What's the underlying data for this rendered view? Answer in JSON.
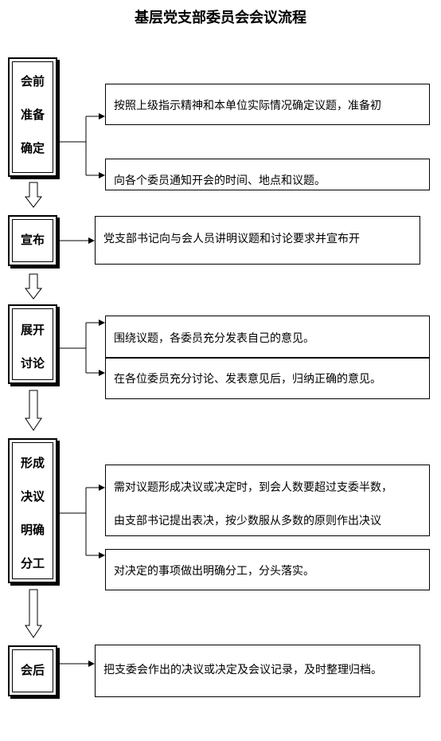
{
  "title": "基层党支部委员会会议流程",
  "stages": [
    {
      "lines": [
        "会前",
        "准备",
        "确定"
      ],
      "items": [
        {
          "lines": [
            "按照上级指示精神和本单位实际情况确定议题，准备初"
          ]
        },
        {
          "lines": [
            "向各个委员通知开会的时间、地点和议题。"
          ]
        }
      ]
    },
    {
      "lines": [
        "宣布"
      ],
      "items": [
        {
          "lines": [
            "党支部书记向与会人员讲明议题和讨论要求并宣布开"
          ]
        }
      ]
    },
    {
      "lines": [
        "展开",
        "讨论"
      ],
      "items": [
        {
          "lines": [
            "围绕议题，各委员充分发表自己的意见。"
          ]
        },
        {
          "lines": [
            "在各位委员充分讨论、发表意见后，归纳正确的意见。"
          ]
        }
      ]
    },
    {
      "lines": [
        "形成",
        "决议",
        "明确",
        "分工"
      ],
      "items": [
        {
          "lines": [
            "需对议题形成决议或决定时，到会人数要超过支委半数，",
            "由支部书记提出表决，按少数服从多数的原则作出决议"
          ]
        },
        {
          "lines": [
            "对决定的事项做出明确分工，分头落实。"
          ]
        }
      ]
    },
    {
      "lines": [
        "会后"
      ],
      "items": [
        {
          "lines": [
            "把支委会作出的决议或决定及会议记录，及时整理归档。"
          ]
        }
      ]
    }
  ]
}
